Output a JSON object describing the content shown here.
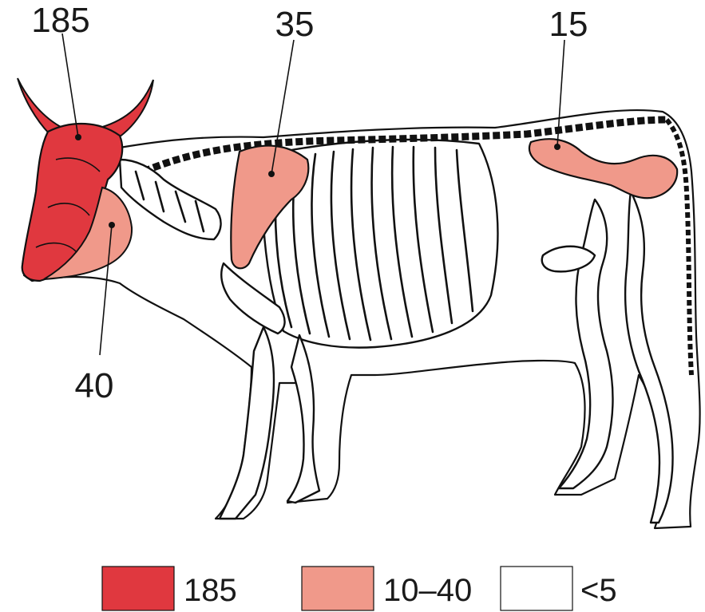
{
  "callouts": {
    "head": "185",
    "jaw": "40",
    "scapula": "35",
    "pelvis": "15"
  },
  "legend": {
    "items": [
      {
        "label": "185",
        "color": "#e0383f"
      },
      {
        "label": "10–40",
        "color": "#f0998a"
      },
      {
        "label": "<5",
        "color": "#ffffff"
      }
    ]
  },
  "colors": {
    "high": "#e0383f",
    "mid": "#f0998a",
    "low": "#ffffff",
    "outline": "#111111"
  }
}
